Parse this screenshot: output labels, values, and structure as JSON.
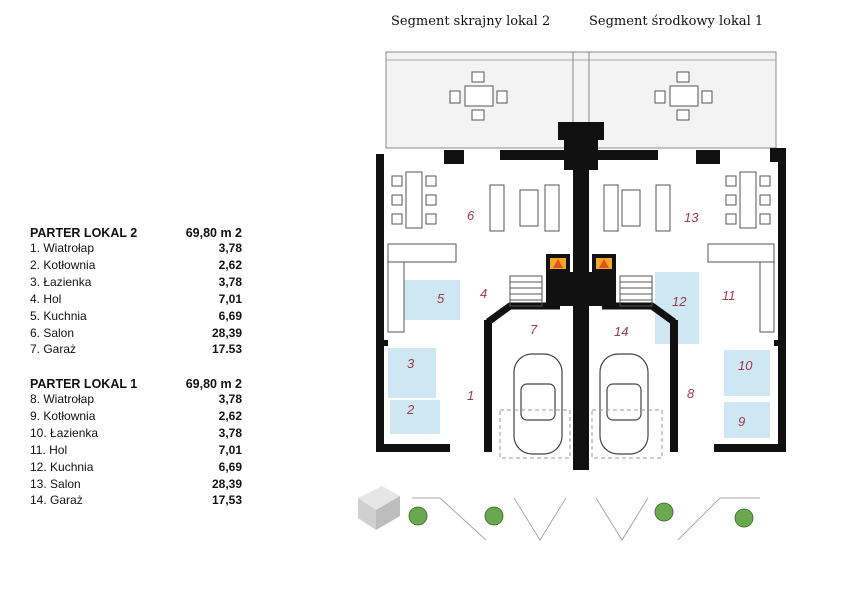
{
  "segments": {
    "left": "Segment skrajny lokal 2",
    "right": "Segment środkowy  lokal 1"
  },
  "lokal2": {
    "title": "PARTER LOKAL 2",
    "area": "69,80 m 2",
    "rooms": [
      {
        "label": "1. Wiatrołap",
        "value": "3,78"
      },
      {
        "label": "2. Kotłownia",
        "value": "2,62"
      },
      {
        "label": "3. Łazienka",
        "value": "3,78"
      },
      {
        "label": "4. Hol",
        "value": "7,01"
      },
      {
        "label": "5. Kuchnia",
        "value": "6,69"
      },
      {
        "label": "6. Salon",
        "value": "28,39"
      },
      {
        "label": "7. Garaż",
        "value": "17.53"
      }
    ]
  },
  "lokal1": {
    "title": "PARTER LOKAL 1",
    "area": "69,80 m 2",
    "rooms": [
      {
        "label": "8. Wiatrołap",
        "value": "3,78"
      },
      {
        "label": "9. Kotłownia",
        "value": "2,62"
      },
      {
        "label": "10. Łazienka",
        "value": "3,78"
      },
      {
        "label": "11. Hol",
        "value": "7,01"
      },
      {
        "label": "12. Kuchnia",
        "value": "6,69"
      },
      {
        "label": "13. Salon",
        "value": "28,39"
      },
      {
        "label": "14. Garaż",
        "value": "17,53"
      }
    ]
  },
  "plan_labels": {
    "r1": "1",
    "r2": "2",
    "r3": "3",
    "r4": "4",
    "r5": "5",
    "r6": "6",
    "r7": "7",
    "r8": "8",
    "r9": "9",
    "r10": "10",
    "r11": "11",
    "r12": "12",
    "r13": "13",
    "r14": "14"
  },
  "colors": {
    "wall": "#111111",
    "wet_room": "#cfe6f3",
    "room_label": "#9b3b46",
    "terrace": "#f2f2f2"
  }
}
